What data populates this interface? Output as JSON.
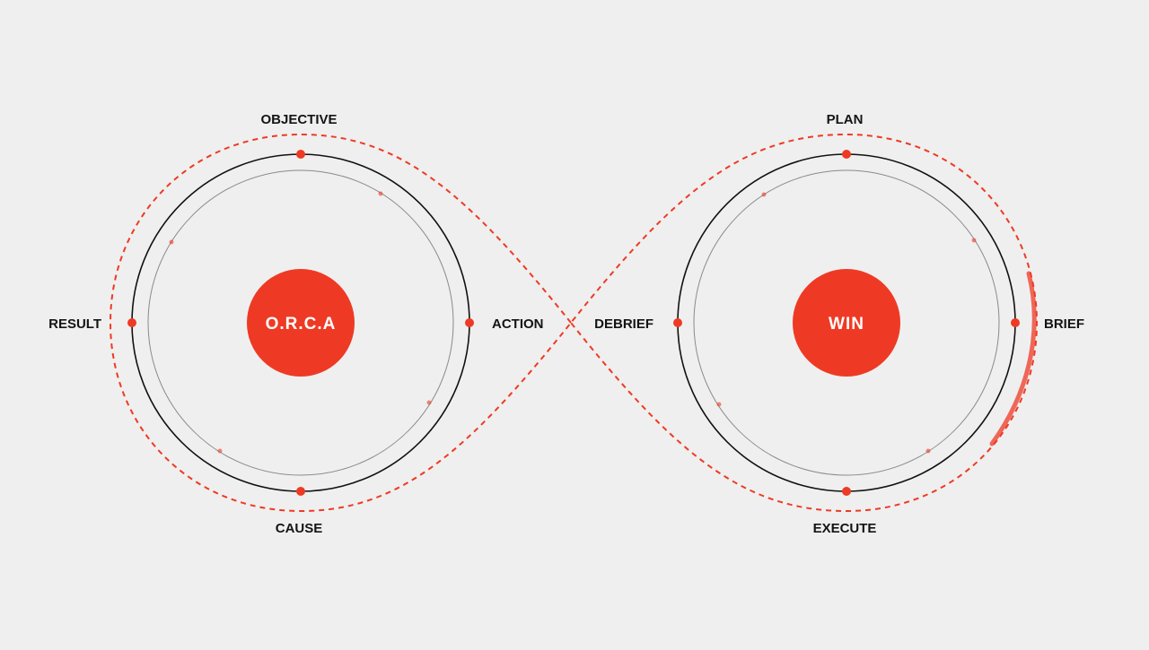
{
  "colors": {
    "background": "#efefef",
    "accent": "#ee3a24",
    "ring": "#111111",
    "inner_ring": "#8a8a8a",
    "text": "#141414",
    "center_text": "#ffffff"
  },
  "left_cycle": {
    "center": "O.R.C.A",
    "labels": {
      "top": "OBJECTIVE",
      "right": "ACTION",
      "bottom": "CAUSE",
      "left": "RESULT"
    }
  },
  "right_cycle": {
    "center": "WIN",
    "labels": {
      "top": "PLAN",
      "right": "BRIEF",
      "bottom": "EXECUTE",
      "left": "DEBRIEF"
    }
  }
}
